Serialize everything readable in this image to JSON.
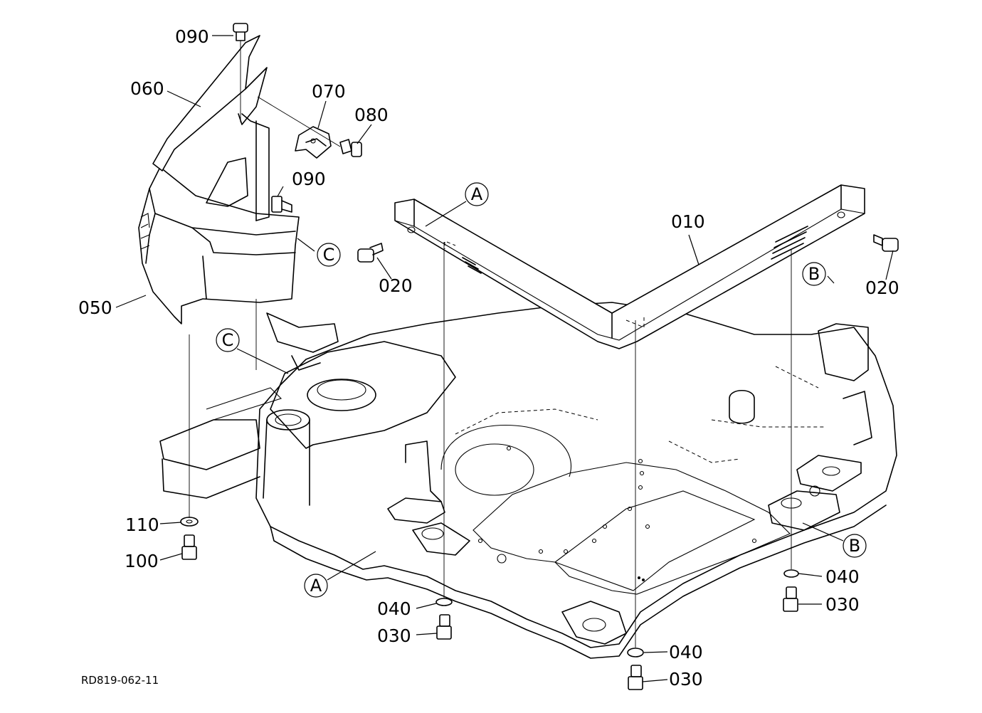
{
  "diagram": {
    "drawing_code": "RD819-062-11",
    "parts": {
      "p010": "010",
      "p020_left": "020",
      "p020_right": "020",
      "p030_a": "030",
      "p030_b": "030",
      "p030_c": "030",
      "p040_a": "040",
      "p040_b": "040",
      "p040_c": "040",
      "p050": "050",
      "p060": "060",
      "p070": "070",
      "p080": "080",
      "p090_top": "090",
      "p090_mid": "090",
      "p100": "100",
      "p110": "110"
    },
    "markers": {
      "a_top": "A",
      "a_bottom": "A",
      "b_top": "B",
      "b_bottom": "B",
      "c_right": "C",
      "c_left": "C"
    }
  }
}
